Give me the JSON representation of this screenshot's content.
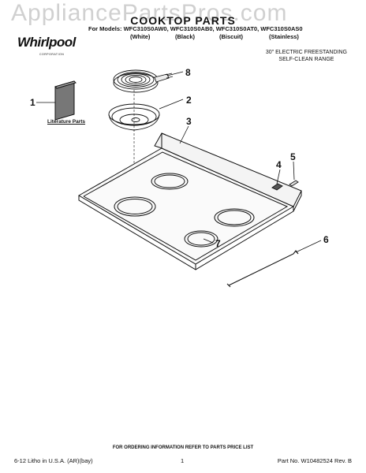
{
  "watermark": "AppliancePartsPros.com",
  "title": "COOKTOP PARTS",
  "models_line": "For Models: WFC310S0AW0, WFC310S0AB0, WFC310S0AT0, WFC310S0AS0",
  "colors": [
    "(White)",
    "(Black)",
    "(Biscuit)",
    "(Stainless)"
  ],
  "brand": {
    "name": "Whirlpool",
    "sub": "CORPORATION"
  },
  "description": [
    "30\" ELECTRIC FREESTANDING",
    "SELF-CLEAN RANGE"
  ],
  "literature_label": "Literature Parts",
  "callouts": [
    "1",
    "2",
    "3",
    "4",
    "5",
    "6",
    "7",
    "8"
  ],
  "ordering_note": "FOR ORDERING INFORMATION REFER TO PARTS PRICE LIST",
  "footer": {
    "left": "6-12 Litho in U.S.A. (AR)(bay)",
    "center": "1",
    "right": "Part No. W10482524 Rev. B"
  }
}
